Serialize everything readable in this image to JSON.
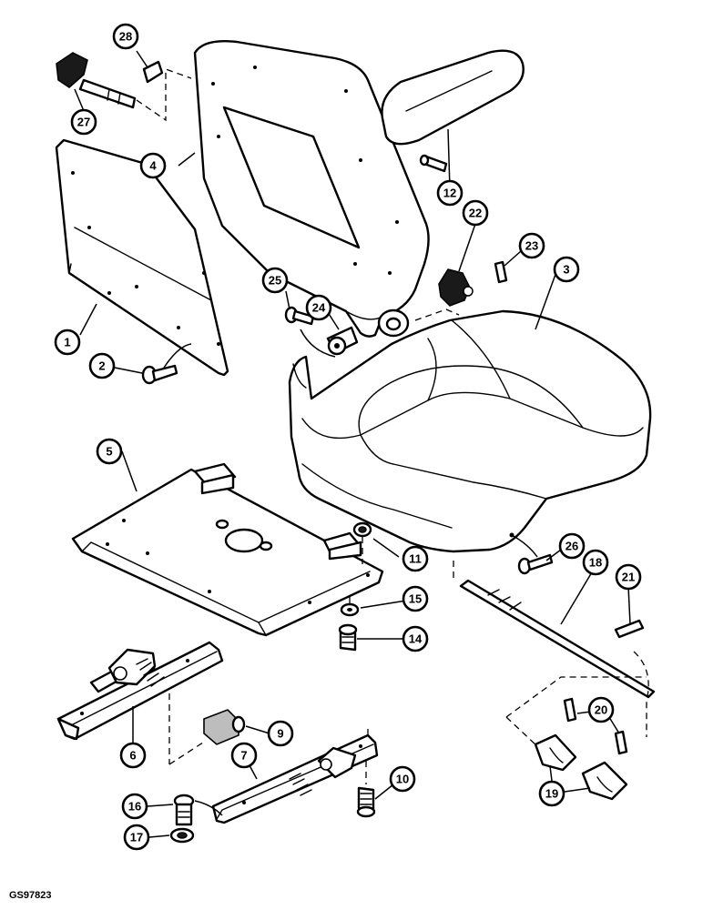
{
  "drawing_ref": "GS97823",
  "callouts": [
    {
      "id": "c1",
      "label": "1"
    },
    {
      "id": "c2",
      "label": "2"
    },
    {
      "id": "c3",
      "label": "3"
    },
    {
      "id": "c4",
      "label": "4"
    },
    {
      "id": "c5",
      "label": "5"
    },
    {
      "id": "c6",
      "label": "6"
    },
    {
      "id": "c7",
      "label": "7"
    },
    {
      "id": "c9",
      "label": "9"
    },
    {
      "id": "c10",
      "label": "10"
    },
    {
      "id": "c11",
      "label": "11"
    },
    {
      "id": "c12",
      "label": "12"
    },
    {
      "id": "c14",
      "label": "14"
    },
    {
      "id": "c15",
      "label": "15"
    },
    {
      "id": "c16",
      "label": "16"
    },
    {
      "id": "c17",
      "label": "17"
    },
    {
      "id": "c18",
      "label": "18"
    },
    {
      "id": "c19",
      "label": "19"
    },
    {
      "id": "c20",
      "label": "20"
    },
    {
      "id": "c21",
      "label": "21"
    },
    {
      "id": "c22",
      "label": "22"
    },
    {
      "id": "c23",
      "label": "23"
    },
    {
      "id": "c24",
      "label": "24"
    },
    {
      "id": "c25",
      "label": "25"
    },
    {
      "id": "c26",
      "label": "26"
    },
    {
      "id": "c27",
      "label": "27"
    },
    {
      "id": "c28",
      "label": "28"
    }
  ]
}
